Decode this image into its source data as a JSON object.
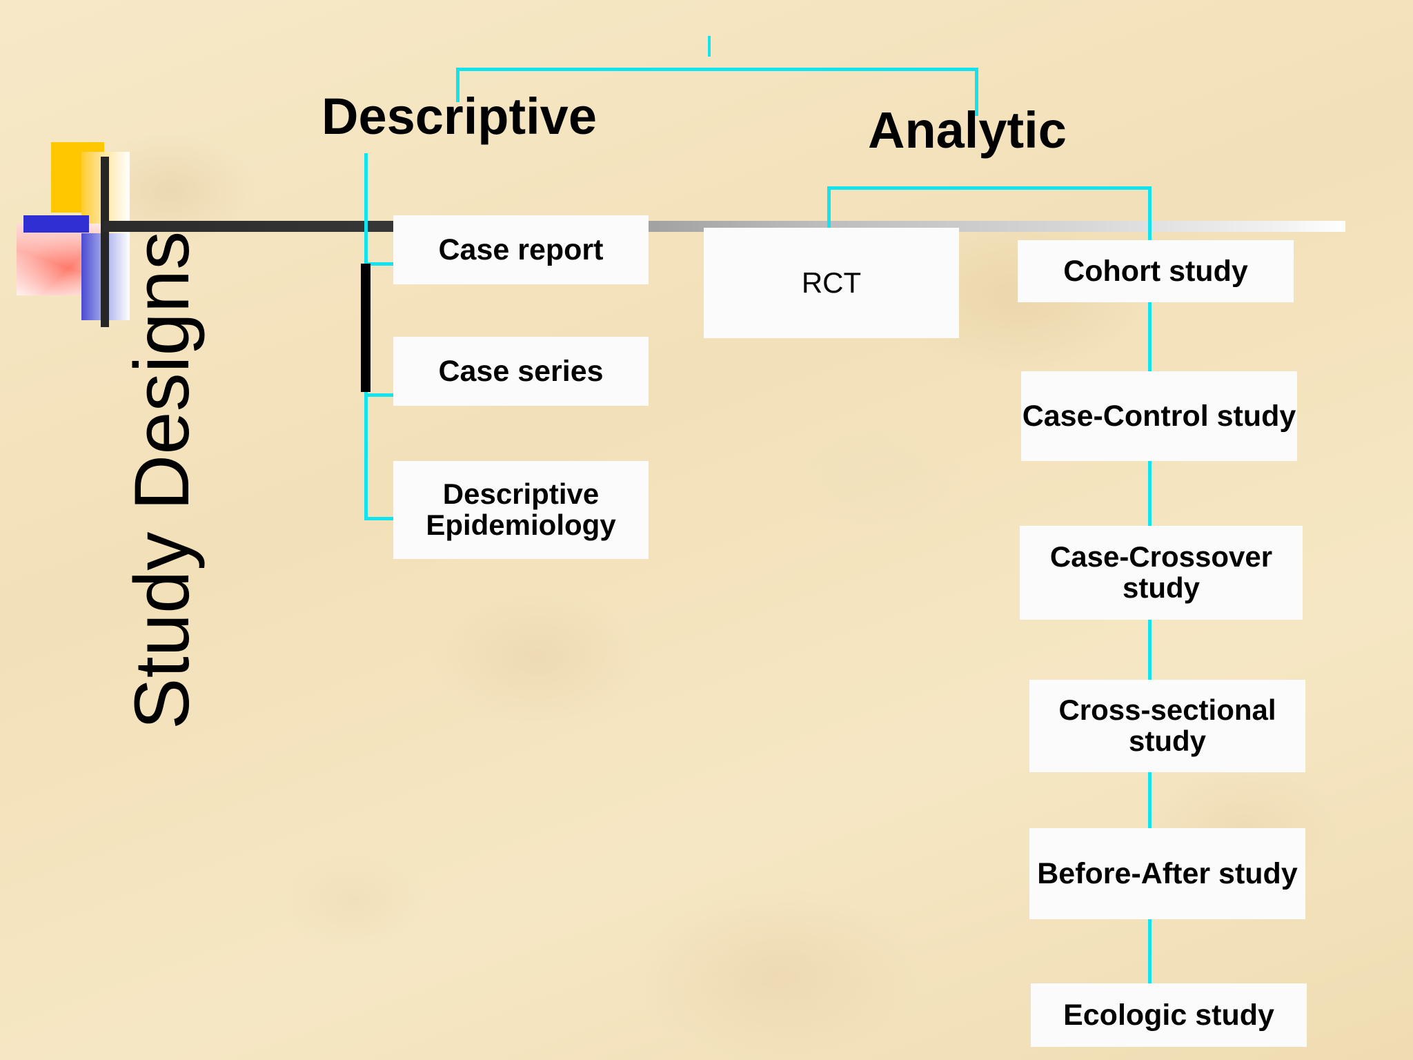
{
  "slide": {
    "title": "Study Designs",
    "background_color": "#f5e5c0",
    "connector_color": "#13e3ee",
    "text_color": "#000000",
    "box_fill": "#fbfbfb"
  },
  "decoration": {
    "yellow_color": "#ffc700",
    "blue_color": "#2f2fd4",
    "red_color": "#ff5a4a",
    "bar_color": "#262626"
  },
  "headings": {
    "descriptive": "Descriptive",
    "analytic": "Analytic"
  },
  "descriptive_boxes": [
    {
      "label": "Case report"
    },
    {
      "label": "Case series"
    },
    {
      "label": "Descriptive Epidemiology"
    }
  ],
  "analytic_experimental": [
    {
      "label": "RCT"
    }
  ],
  "analytic_observational": [
    {
      "label": "Cohort study"
    },
    {
      "label": "Case-Control study"
    },
    {
      "label": "Case-Crossover study"
    },
    {
      "label": "Cross-sectional study"
    },
    {
      "label": "Before-After study"
    },
    {
      "label": "Ecologic study"
    }
  ]
}
